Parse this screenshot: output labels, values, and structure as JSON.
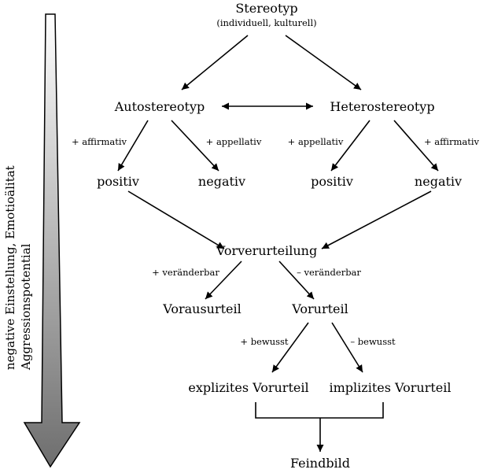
{
  "side_arrow": {
    "line1": "negative Einstellung, Emotioälitat",
    "line2": "Aggressionspotential",
    "color_top": "#ffffff",
    "color_bottom": "#6e6e6e"
  },
  "nodes": {
    "stereotyp": "Stereotyp",
    "stereotyp_sub": "(individuell, kulturell)",
    "autostereotyp": "Autostereotyp",
    "heterostereotyp": "Heterostereotyp",
    "positiv_left": "positiv",
    "negativ_left": "negativ",
    "positiv_right": "positiv",
    "negativ_right": "negativ",
    "vorverurteilung": "Vorverurteilung",
    "vorausurteil": "Vorausurteil",
    "vorurteil": "Vorurteil",
    "explizites_vorurteil": "explizites Vorurteil",
    "implizites_vorurteil": "implizites Vorurteil",
    "feindbild": "Feindbild"
  },
  "edge_labels": {
    "auto_affirmativ": "+ affirmativ",
    "auto_appellativ": "+ appellativ",
    "hetero_appellativ": "+ appellativ",
    "hetero_affirmativ": "+ affirmativ",
    "veraenderbar_plus": "+ veränderbar",
    "veraenderbar_minus": "– veränderbar",
    "bewusst_plus": "+ bewusst",
    "bewusst_minus": "– bewusst"
  }
}
